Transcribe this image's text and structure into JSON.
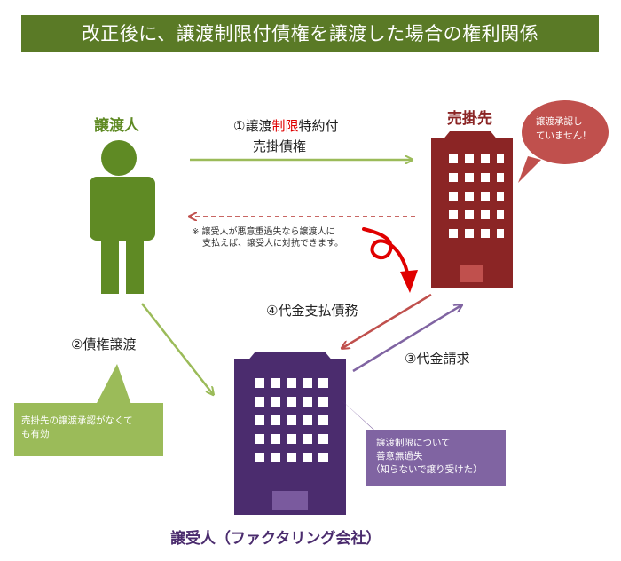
{
  "title": "改正後に、譲渡制限付債権を譲渡した場合の権利関係",
  "parties": {
    "assignor": "譲渡人",
    "debtor": "売掛先",
    "assignee": "譲受人（ファクタリング会社）"
  },
  "steps": {
    "step1_pre": "①譲渡",
    "step1_highlight": "制限",
    "step1_post": "特約付",
    "step1_line2": "売掛債権",
    "step2": "②債権譲渡",
    "step3": "③代金請求",
    "step4": "④代金支払債務"
  },
  "notes": {
    "dashed_note_line1": "※ 譲受人が悪意重過失なら譲渡人に",
    "dashed_note_line2": "支払えば、譲受人に対抗できます。",
    "debtor_bubble_line1": "譲渡承認し",
    "debtor_bubble_line2": "ていません！",
    "assignor_callout_line1": "売掛先の譲渡承認がなくて",
    "assignor_callout_line2": "も有効",
    "assignee_callout_line1": "譲渡制限について",
    "assignee_callout_line2": "善意無過失",
    "assignee_callout_line3": "（知らないで譲り受けた）"
  },
  "colors": {
    "title_bg": "#5a7a26",
    "assignor_green": "#5f8a24",
    "arrow_green": "#9bbb59",
    "debtor_red": "#8b2525",
    "arrow_red": "#c0504d",
    "assignee_purple": "#4b2c6e",
    "arrow_purple": "#8064a2",
    "highlight_red": "#e00000"
  }
}
